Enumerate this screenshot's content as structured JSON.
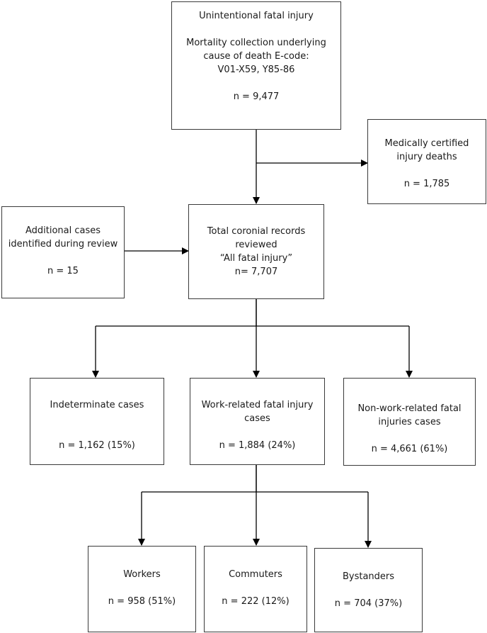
{
  "boxes": {
    "unintentional": {
      "title": "Unintentional fatal injury",
      "line1": "Mortality collection underlying",
      "line2": "cause of death E-code:",
      "line3": "V01-X59, Y85-86",
      "n": "n = 9,477"
    },
    "medically_certified": {
      "line1": "Medically certified",
      "line2": "injury deaths",
      "n": "n = 1,785"
    },
    "additional": {
      "line1": "Additional cases",
      "line2": "identified during review",
      "n": "n = 15"
    },
    "total_coronial": {
      "line1": "Total coronial records",
      "line2": "reviewed",
      "line3": "“All fatal injury”",
      "n": "n= 7,707"
    },
    "indeterminate": {
      "line1": "Indeterminate cases",
      "n": "n = 1,162 (15%)"
    },
    "work_related": {
      "line1": "Work-related fatal injury",
      "line2": "cases",
      "n": "n = 1,884 (24%)"
    },
    "non_work_related": {
      "line1": "Non-work-related fatal",
      "line2": "injuries cases",
      "n": "n = 4,661 (61%)"
    },
    "workers": {
      "line1": "Workers",
      "n": "n = 958 (51%)"
    },
    "commuters": {
      "line1": "Commuters",
      "n": "n = 222 (12%)"
    },
    "bystanders": {
      "line1": "Bystanders",
      "n": "n = 704 (37%)"
    }
  }
}
